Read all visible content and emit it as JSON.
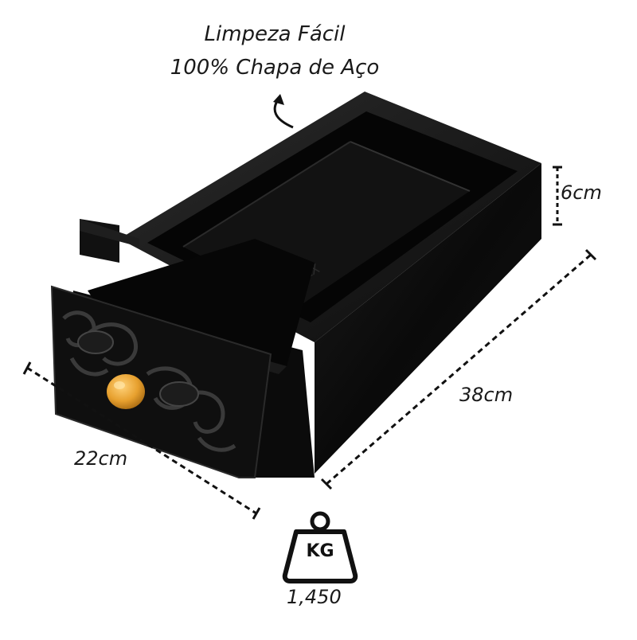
{
  "caption": {
    "line1": "Limpeza Fácil",
    "line2": "100% Chapa de Aço"
  },
  "dimensions": {
    "height": "6cm",
    "length": "38cm",
    "width": "22cm"
  },
  "weight": {
    "unit_badge": "KG",
    "value": "1,450"
  },
  "colors": {
    "drawer_body": "#0a0a0a",
    "knob": "#e7a02e",
    "dimension_lines": "#111111"
  },
  "icons": {
    "curved_arrow": "curved-arrow-icon",
    "weight": "weight-kg-icon"
  }
}
